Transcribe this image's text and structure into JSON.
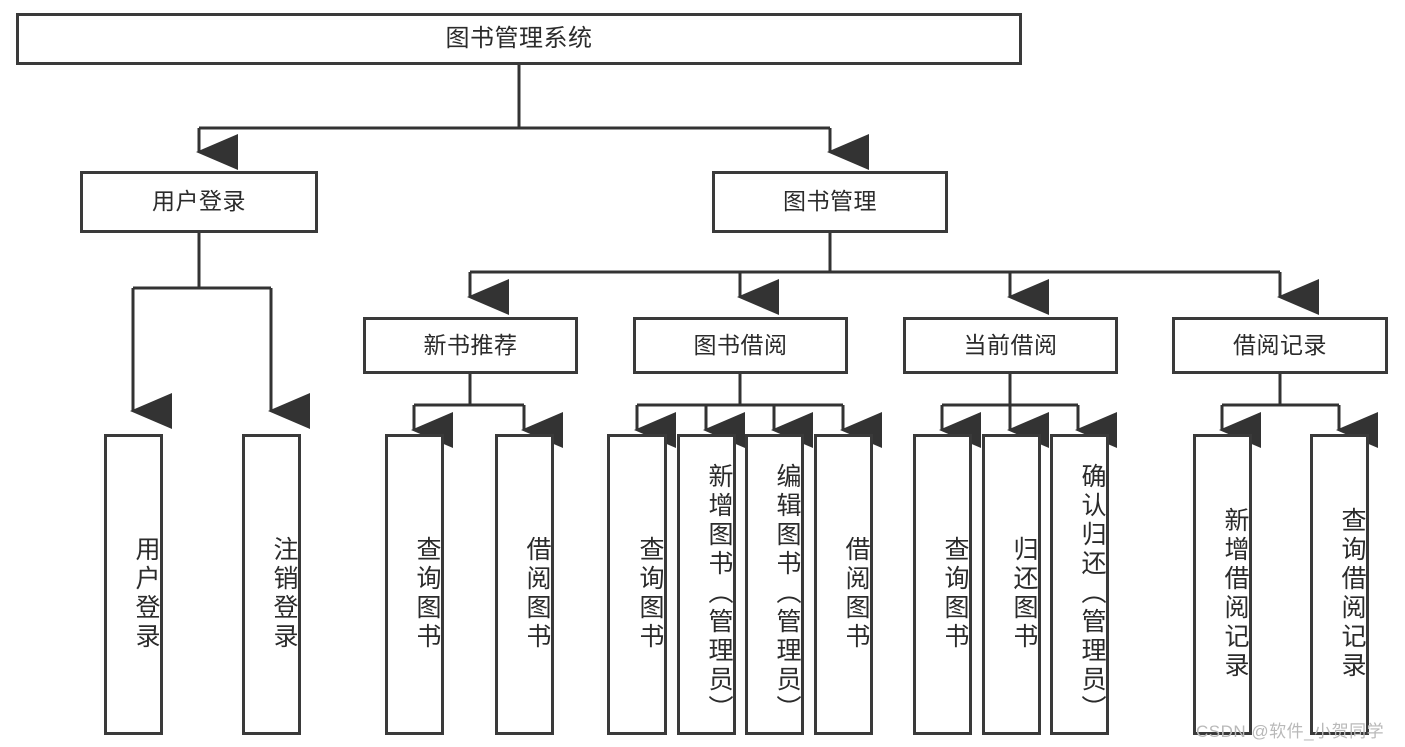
{
  "diagram": {
    "type": "tree-hierarchy-diagram",
    "title": "图书管理系统",
    "colors": {
      "background": "#ffffff",
      "box_border": "#3a3a3a",
      "box_fill": "#ffffff",
      "text": "#2b2b2b",
      "connector": "#333333",
      "watermark": "#b9b9b9"
    },
    "root": {
      "label": "图书管理系统"
    },
    "level2": [
      {
        "id": "user-login",
        "label": "用户登录"
      },
      {
        "id": "book-management",
        "label": "图书管理"
      }
    ],
    "level3": [
      {
        "id": "new-book-recommend",
        "label": "新书推荐"
      },
      {
        "id": "book-borrow",
        "label": "图书借阅"
      },
      {
        "id": "current-borrow",
        "label": "当前借阅"
      },
      {
        "id": "borrow-record",
        "label": "借阅记录"
      }
    ],
    "leaves": {
      "user_login": [
        {
          "id": "leaf-user-login",
          "label": "用户登录"
        },
        {
          "id": "leaf-logout-login",
          "label": "注销登录"
        }
      ],
      "new_book_recommend": [
        {
          "id": "leaf-query-book-1",
          "label": "查询图书"
        },
        {
          "id": "leaf-borrow-book-1",
          "label": "借阅图书"
        }
      ],
      "book_borrow": [
        {
          "id": "leaf-query-book-2",
          "label": "查询图书"
        },
        {
          "id": "leaf-add-book",
          "label": "新增图书（管理员）"
        },
        {
          "id": "leaf-edit-book",
          "label": "编辑图书（管理员）"
        },
        {
          "id": "leaf-borrow-book-2",
          "label": "借阅图书"
        }
      ],
      "current_borrow": [
        {
          "id": "leaf-query-book-3",
          "label": "查询图书"
        },
        {
          "id": "leaf-return-book",
          "label": "归还图书"
        },
        {
          "id": "leaf-confirm-return",
          "label": "确认归还（管理员）"
        }
      ],
      "borrow_record": [
        {
          "id": "leaf-add-record",
          "label": "新增借阅记录"
        },
        {
          "id": "leaf-query-record",
          "label": "查询借阅记录"
        }
      ]
    },
    "watermark": "CSDN @软件_小贺同学"
  }
}
